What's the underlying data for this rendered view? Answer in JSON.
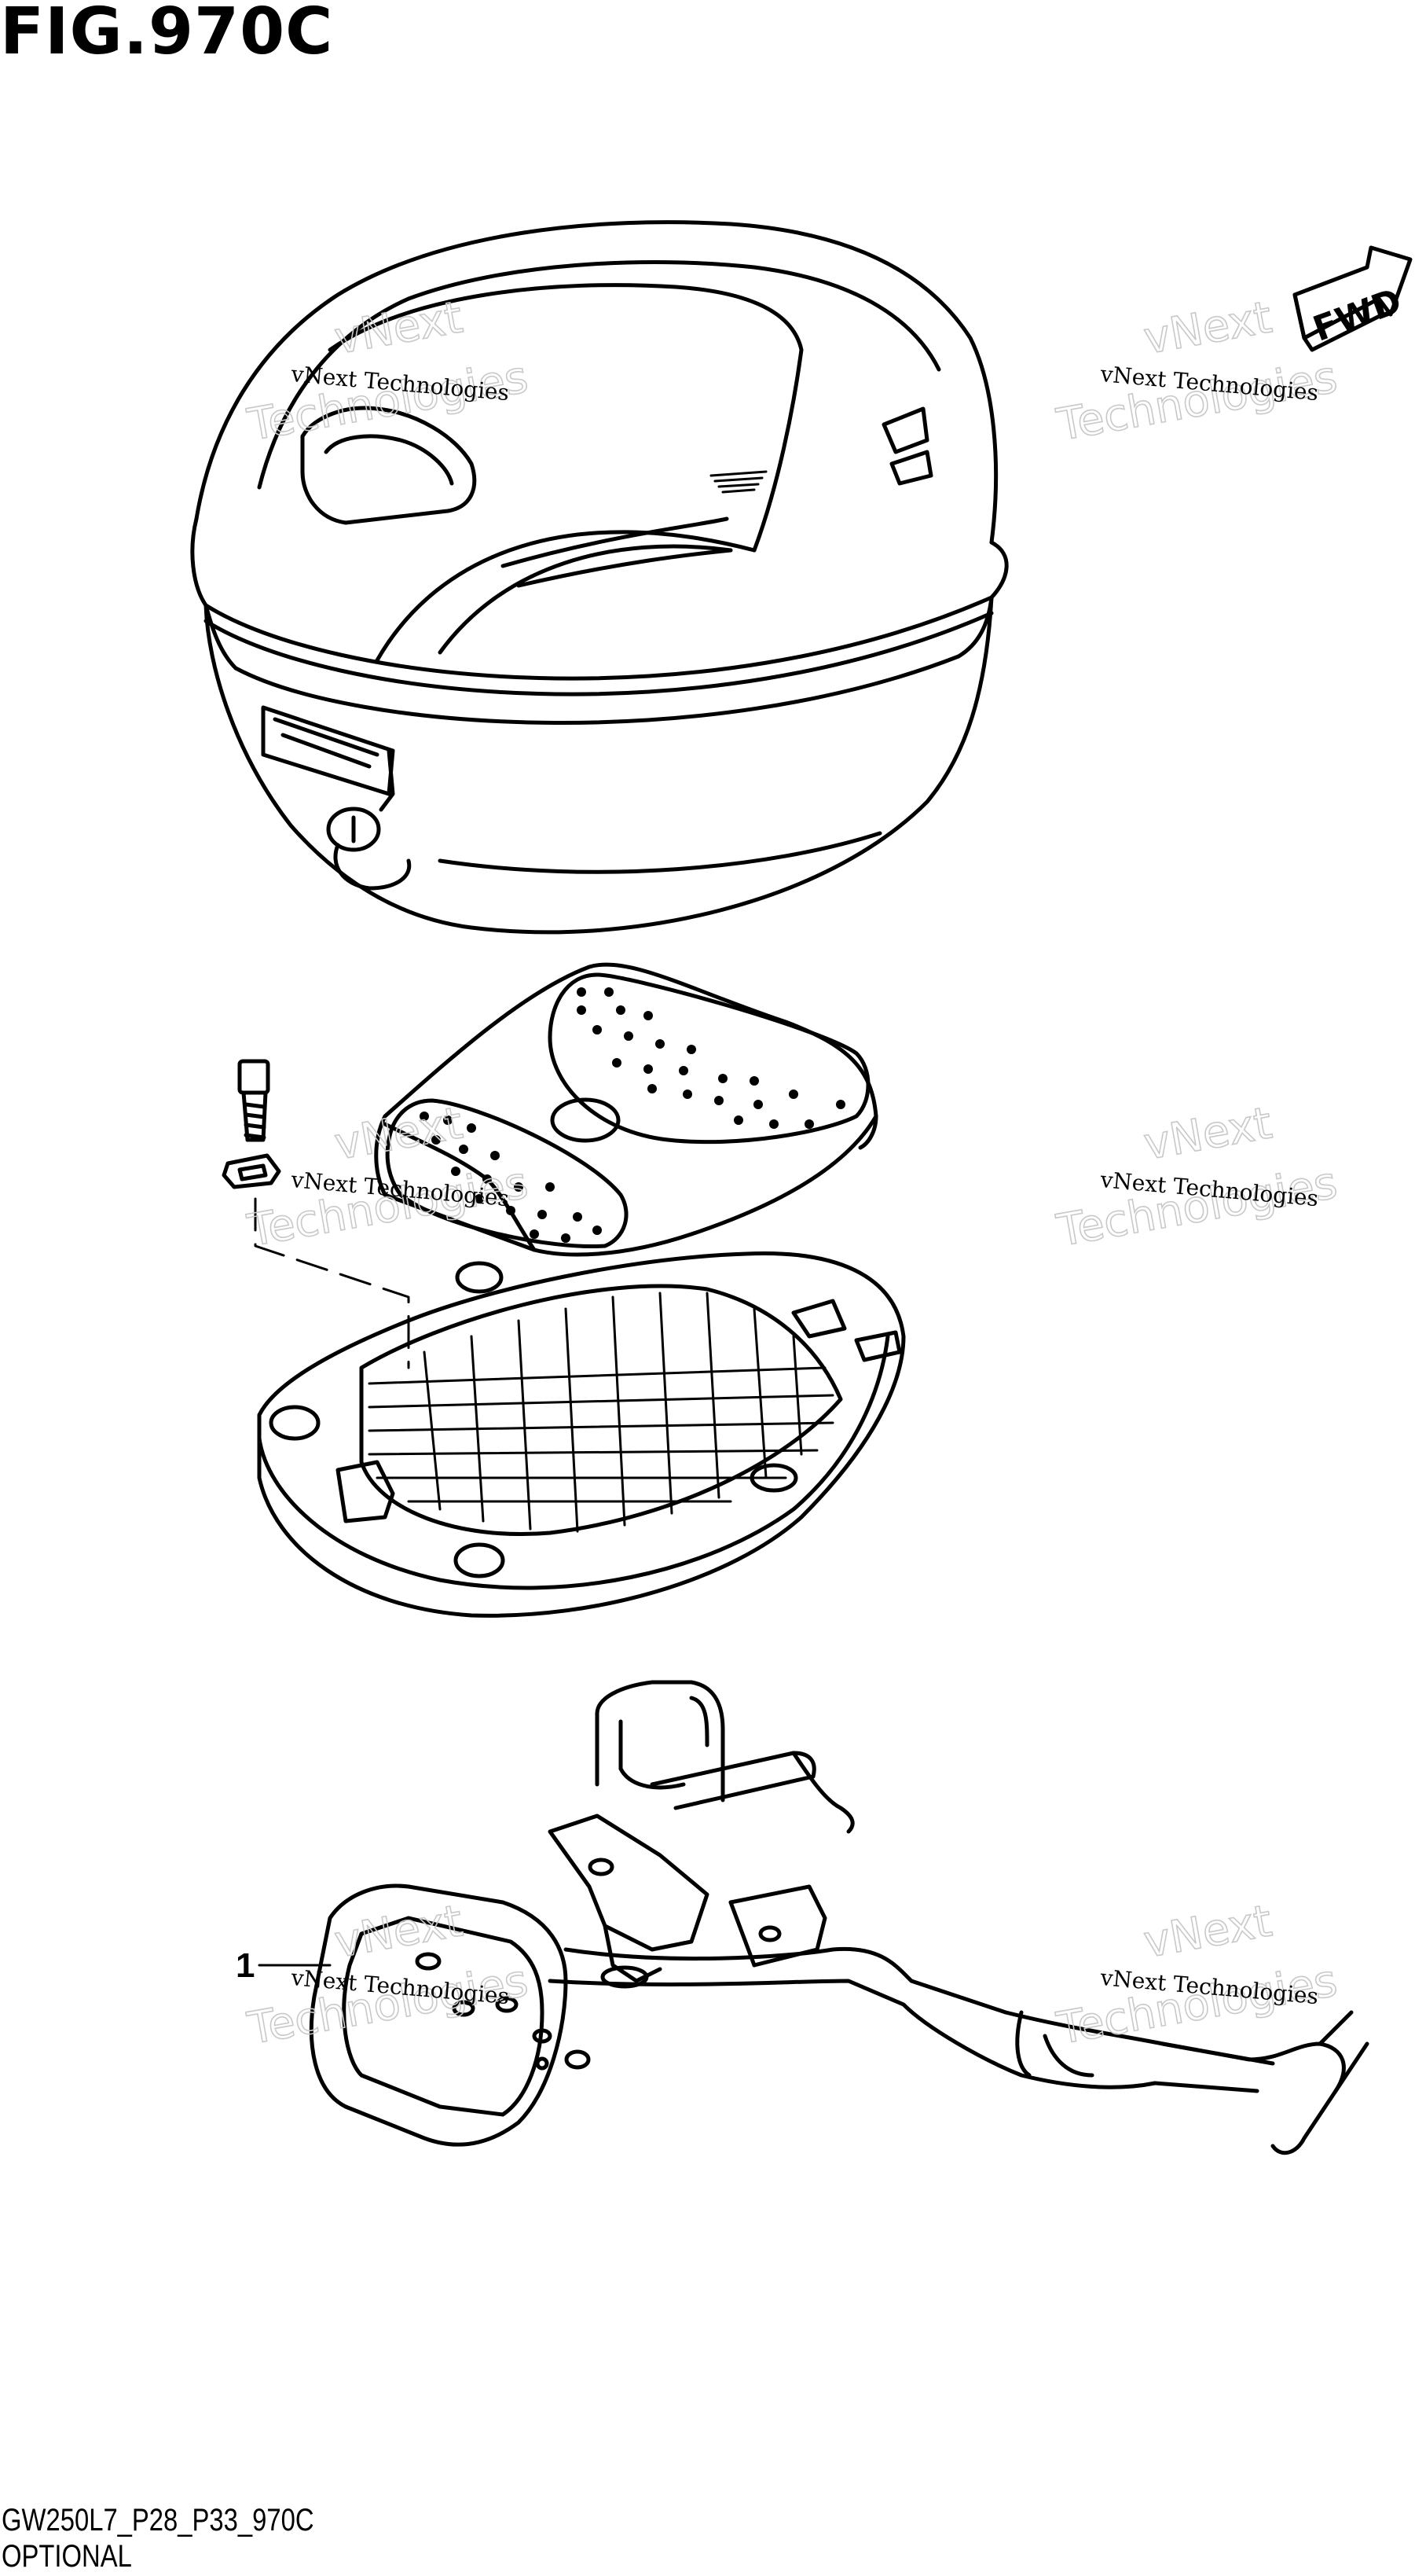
{
  "figure": {
    "title": "FIG.970C",
    "code": "GW250L7_P28_P33_970C",
    "subtitle": "OPTIONAL"
  },
  "direction_badge": {
    "label": "FWD"
  },
  "callouts": [
    {
      "number": "1"
    }
  ],
  "watermark": {
    "primary": "vNext Technologies",
    "ghost_line1": "vNext",
    "ghost_line2": "Technologies"
  }
}
